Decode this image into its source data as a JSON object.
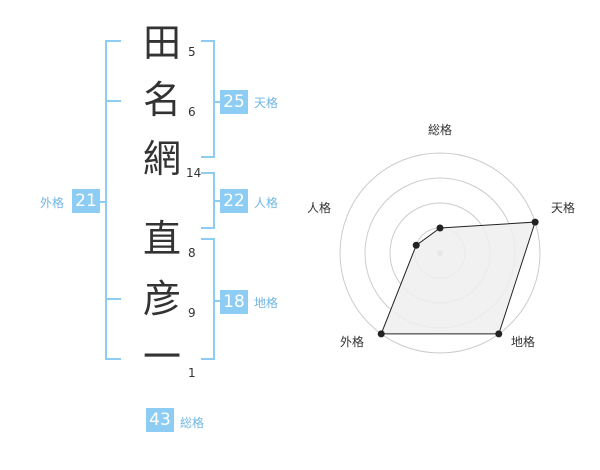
{
  "name": {
    "chars": [
      {
        "char": "田",
        "strokes": "5"
      },
      {
        "char": "名",
        "strokes": "6"
      },
      {
        "char": "網",
        "strokes": "14"
      },
      {
        "char": "直",
        "strokes": "8"
      },
      {
        "char": "彦",
        "strokes": "9"
      },
      {
        "char": "一",
        "strokes": "1"
      }
    ]
  },
  "fortunes": {
    "tenkaku": {
      "value": "25",
      "label": "天格"
    },
    "jinkaku": {
      "value": "22",
      "label": "人格"
    },
    "chikaku": {
      "value": "18",
      "label": "地格"
    },
    "gaikaku": {
      "value": "21",
      "label": "外格"
    },
    "soukaku": {
      "value": "43",
      "label": "総格"
    }
  },
  "radar": {
    "axes": [
      {
        "label": "総格",
        "value": 0.25
      },
      {
        "label": "天格",
        "value": 1.0
      },
      {
        "label": "地格",
        "value": 1.0
      },
      {
        "label": "外格",
        "value": 1.0
      },
      {
        "label": "人格",
        "value": 0.25
      }
    ],
    "levels": 4,
    "colors": {
      "grid": "#cccccc",
      "fill": "#eeeeee",
      "line": "#222222",
      "center": "#bbbbbb"
    }
  }
}
